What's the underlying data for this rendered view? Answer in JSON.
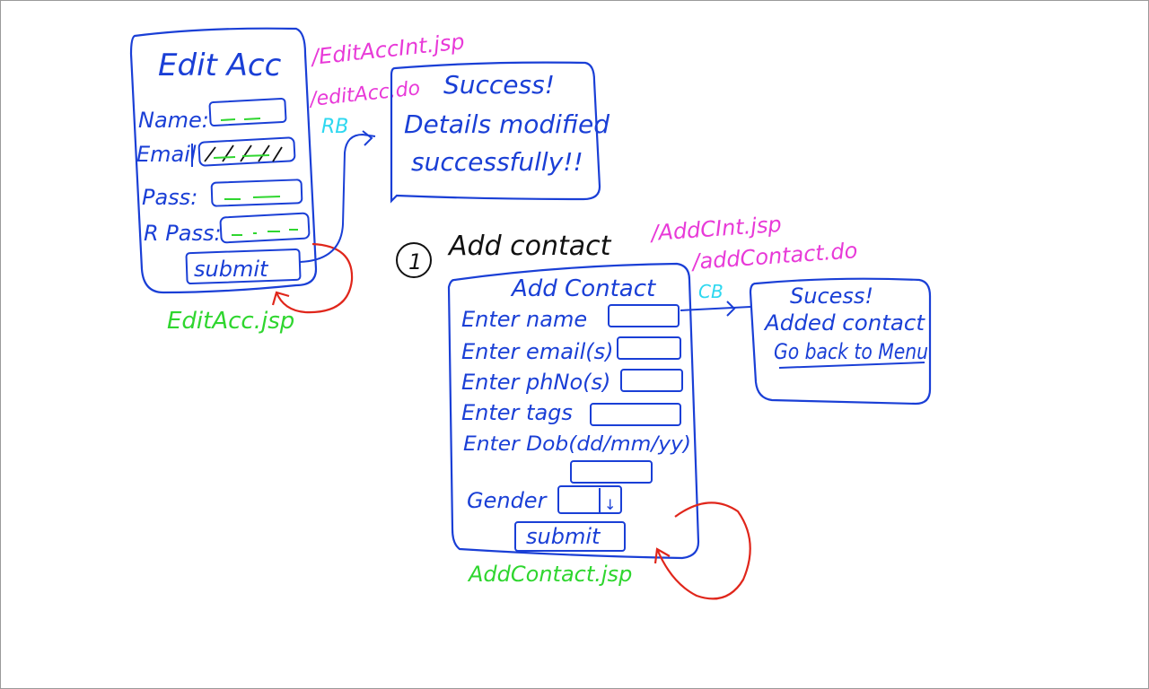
{
  "colors": {
    "ink_blue": "#1a3fd6",
    "ink_black": "#111111",
    "ink_magenta": "#e83ad8",
    "ink_cyan": "#2ed8f0",
    "ink_green": "#2fd62f",
    "ink_red": "#e0261b"
  },
  "edit_account": {
    "title": "Edit Acc",
    "fields": [
      {
        "label": "Name:"
      },
      {
        "label": "Email"
      },
      {
        "label": "Pass:"
      },
      {
        "label": "R Pass:"
      }
    ],
    "submit_label": "submit",
    "jsp_name": "EditAcc.jsp",
    "url_init": "/EditAccInt.jsp",
    "url_action": "/editAcc.do",
    "bean_tag": "RB"
  },
  "edit_success": {
    "title": "Success!",
    "line1": "Details modified",
    "line2": "successfully!!"
  },
  "section": {
    "number": "1",
    "heading": "Add contact"
  },
  "add_contact": {
    "title": "Add Contact",
    "fields": [
      {
        "label": "Enter name"
      },
      {
        "label": "Enter email(s)"
      },
      {
        "label": "Enter phNo(s)"
      },
      {
        "label": "Enter tags"
      },
      {
        "label": "Enter Dob(dd/mm/yy)"
      }
    ],
    "gender_label": "Gender",
    "gender_arrow": "↓",
    "submit_label": "submit",
    "jsp_name": "AddContact.jsp",
    "url_init": "/AddCInt.jsp",
    "url_action": "/addContact.do",
    "bean_tag": "CB"
  },
  "add_success": {
    "title": "Sucess!",
    "line1": "Added contact",
    "line2": "Go back to Menu"
  }
}
